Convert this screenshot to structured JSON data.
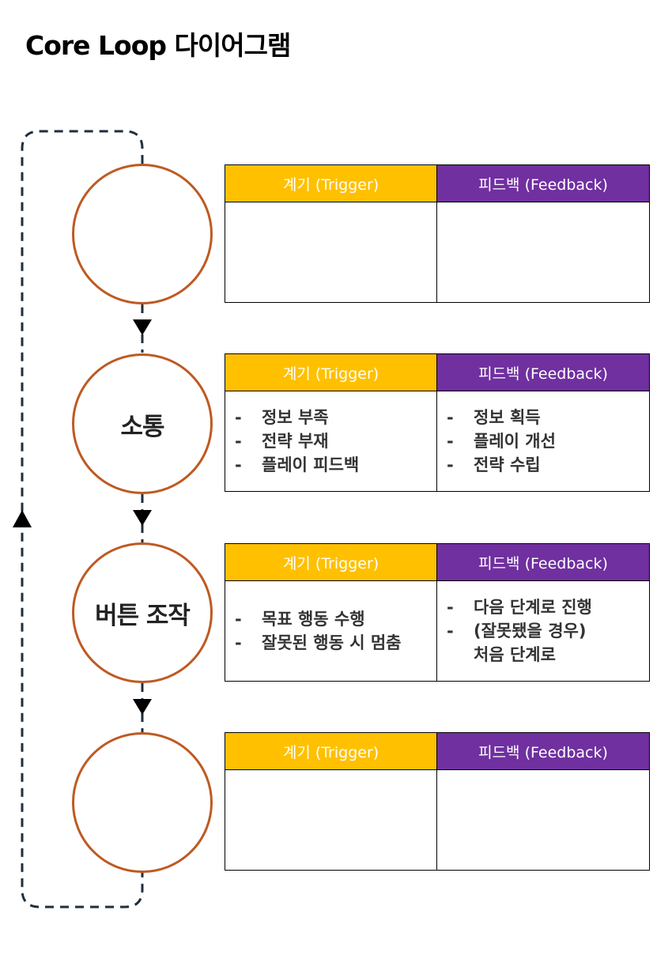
{
  "title": "Core Loop 다이어그램",
  "colors": {
    "node_border": "#BE5A22",
    "trigger_header": "#FFC000",
    "feedback_header": "#7030A0",
    "loop_line": "#1F2E3D"
  },
  "stages": [
    {
      "label": "",
      "trigger_header": "계기 (Trigger)",
      "feedback_header": "피드백 (Feedback)",
      "triggers": [],
      "feedbacks": []
    },
    {
      "label": "소통",
      "trigger_header": "계기 (Trigger)",
      "feedback_header": "피드백 (Feedback)",
      "triggers": [
        "정보 부족",
        "전략 부재",
        "플레이 피드백"
      ],
      "feedbacks": [
        "정보 획득",
        "플레이 개선",
        "전략 수립"
      ]
    },
    {
      "label": "버튼 조작",
      "trigger_header": "계기 (Trigger)",
      "feedback_header": "피드백 (Feedback)",
      "triggers": [
        "목표 행동 수행",
        "잘못된 행동 시 멈춤"
      ],
      "feedbacks": [
        "다음 단계로 진행",
        "(잘못됐을 경우)\n처음 단계로"
      ]
    },
    {
      "label": "",
      "trigger_header": "계기 (Trigger)",
      "feedback_header": "피드백 (Feedback)",
      "triggers": [],
      "feedbacks": []
    }
  ]
}
